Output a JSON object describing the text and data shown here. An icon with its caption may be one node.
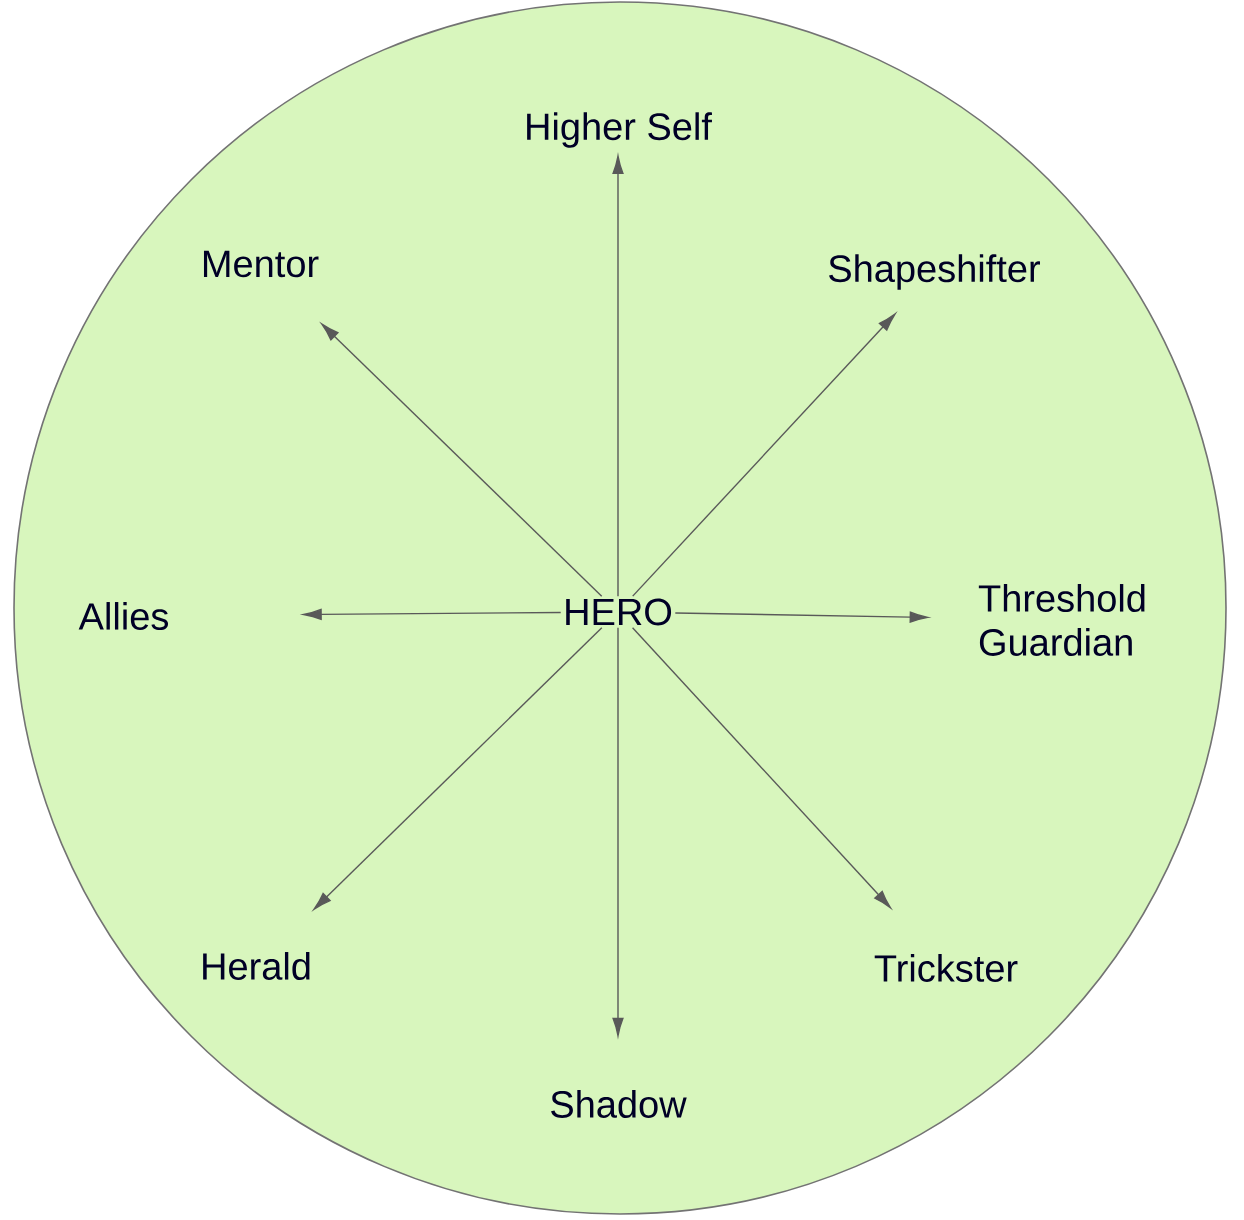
{
  "diagram": {
    "nodes": [
      {
        "text": [
          "HERO"
        ]
      },
      {
        "text": [
          "Higher Self"
        ]
      },
      {
        "text": [
          "Shapeshifter"
        ]
      },
      {
        "text": [
          "Threshold Guardian"
        ]
      },
      {
        "text": [
          "Trickster"
        ]
      },
      {
        "text": [
          "Shadow"
        ]
      },
      {
        "text": [
          "Herald"
        ]
      },
      {
        "text": [
          "Allies"
        ]
      },
      {
        "text": [
          "Mentor"
        ]
      }
    ],
    "edges": [
      {
        "from": 0,
        "to": 1,
        "arrow": "to"
      },
      {
        "from": 0,
        "to": 2,
        "arrow": "to"
      },
      {
        "from": 0,
        "to": 3,
        "arrow": "to"
      },
      {
        "from": 0,
        "to": 4,
        "arrow": "to"
      },
      {
        "from": 0,
        "to": 5,
        "arrow": "to"
      },
      {
        "from": 0,
        "to": 6,
        "arrow": "to"
      },
      {
        "from": 0,
        "to": 7,
        "arrow": "to"
      },
      {
        "from": 0,
        "to": 8,
        "arrow": "to"
      }
    ]
  }
}
